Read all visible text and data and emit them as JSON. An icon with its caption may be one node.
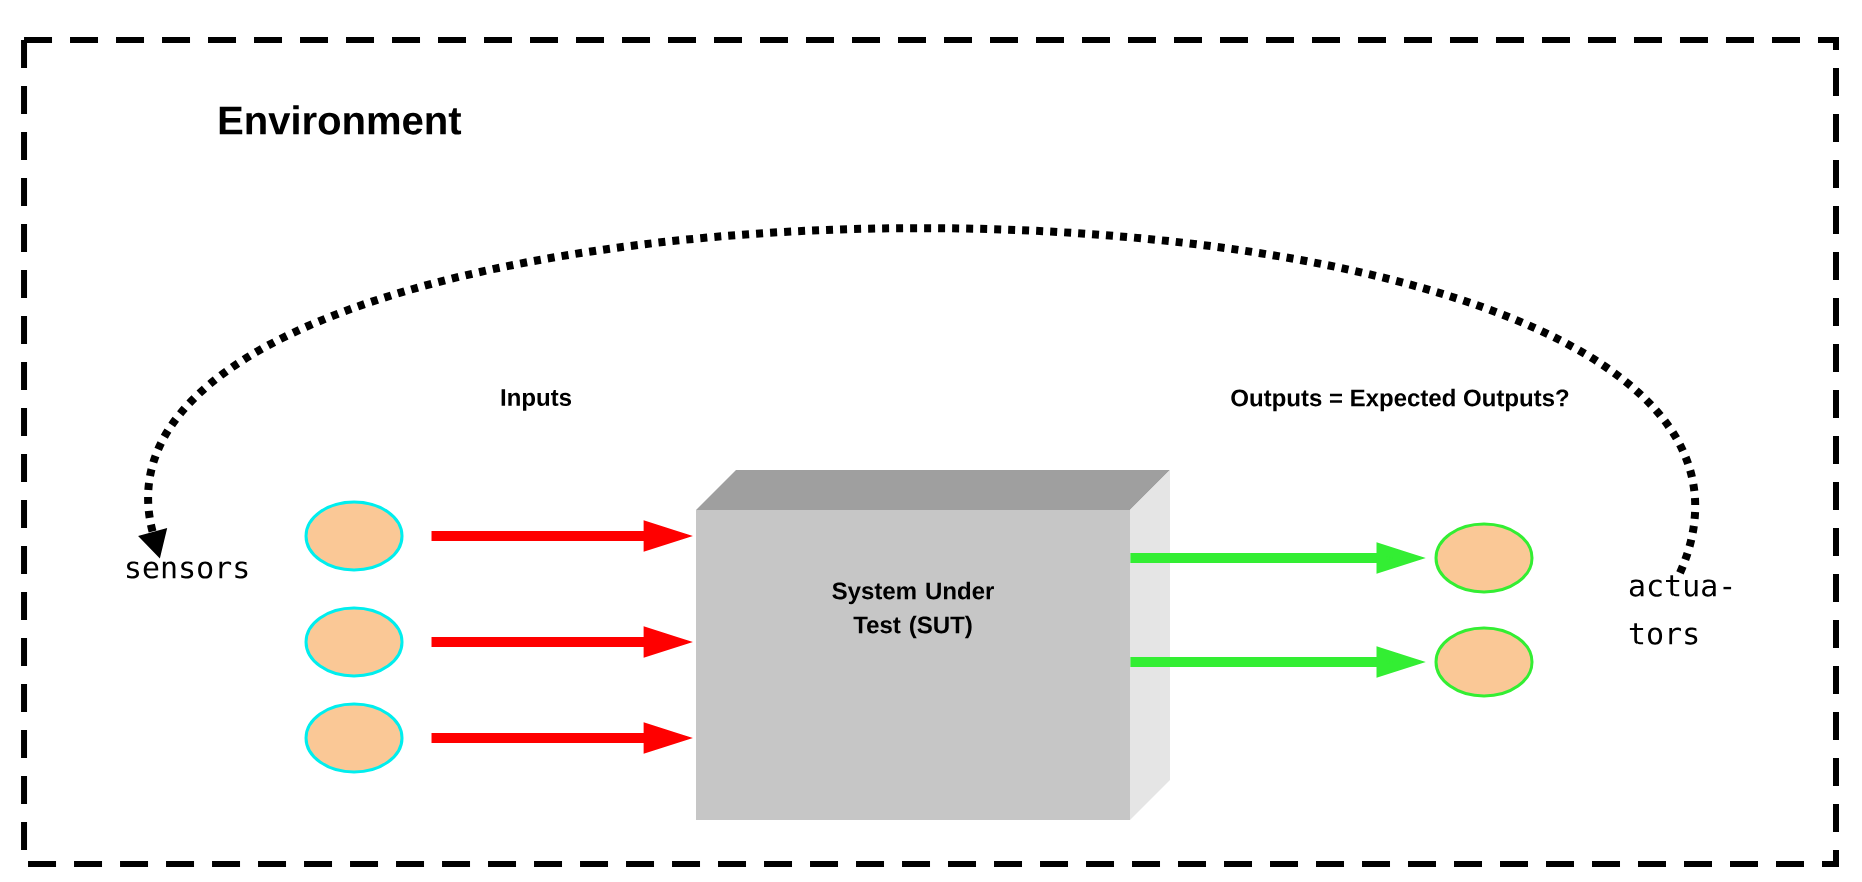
{
  "diagram": {
    "nodes": [
      {
        "text": [
          "Environment"
        ]
      },
      {
        "text": [],
        "shape": "ellipse",
        "in": 0
      },
      {
        "text": [],
        "shape": "ellipse",
        "in": 0
      },
      {
        "text": [],
        "shape": "ellipse",
        "in": 0
      },
      {
        "text": [
          "System Under Test (SUT)"
        ],
        "in": 0
      },
      {
        "text": [],
        "shape": "ellipse",
        "in": 0
      },
      {
        "text": [],
        "shape": "ellipse",
        "in": 0
      },
      {
        "text": [
          "sensors"
        ],
        "in": 0
      },
      {
        "text": [
          "actua- tors"
        ],
        "in": 0
      }
    ],
    "edges": [
      {
        "from": 1,
        "to": 4,
        "arrow": "to"
      },
      {
        "from": 2,
        "to": 4,
        "arrow": "to"
      },
      {
        "from": 3,
        "to": 4,
        "arrow": "to"
      },
      {
        "from": 4,
        "to": 5,
        "arrow": "to",
        "color": "#33ee33"
      },
      {
        "from": 4,
        "to": 6,
        "arrow": "to",
        "color": "#33ee33"
      },
      {
        "from": 8,
        "to": 7,
        "arrow": "to",
        "style": "dashed",
        "color": "#000000"
      }
    ],
    "labels": [
      "Inputs",
      "Outputs = Expected Outputs?"
    ]
  }
}
